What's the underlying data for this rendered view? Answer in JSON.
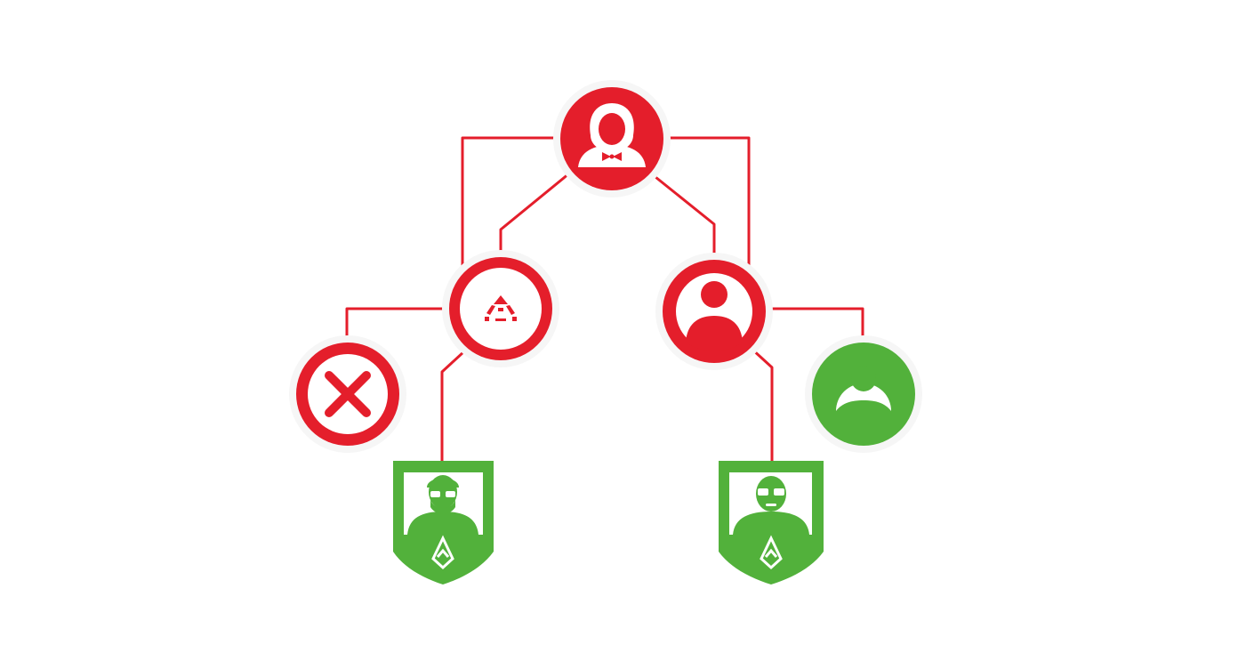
{
  "colors": {
    "background": "#ffffff",
    "red": "#e41e2b",
    "green": "#52b13b",
    "white": "#ffffff"
  },
  "nodes": [
    {
      "id": "root",
      "kind": "circle",
      "color": "red",
      "icon": "manager-bowtie-icon"
    },
    {
      "id": "left-middle",
      "kind": "circle",
      "color": "red",
      "icon": "hierarchy-glyph-icon"
    },
    {
      "id": "right-middle",
      "kind": "circle",
      "color": "red",
      "icon": "user-avatar-icon"
    },
    {
      "id": "rejected",
      "kind": "circle",
      "color": "red",
      "icon": "x-mark-icon"
    },
    {
      "id": "left-shield",
      "kind": "shield",
      "color": "green",
      "icon": "bearded-person-glasses-icon"
    },
    {
      "id": "right-shield",
      "kind": "shield",
      "color": "green",
      "icon": "person-glasses-icon"
    },
    {
      "id": "approved",
      "kind": "circle",
      "color": "green",
      "icon": "user-avatar-icon"
    }
  ],
  "edges": [
    {
      "from": "root",
      "to": "left-middle"
    },
    {
      "from": "root",
      "to": "left-middle"
    },
    {
      "from": "root",
      "to": "right-middle"
    },
    {
      "from": "root",
      "to": "right-middle"
    },
    {
      "from": "left-middle",
      "to": "rejected"
    },
    {
      "from": "left-middle",
      "to": "left-shield"
    },
    {
      "from": "right-middle",
      "to": "right-shield"
    },
    {
      "from": "right-middle",
      "to": "approved"
    }
  ]
}
